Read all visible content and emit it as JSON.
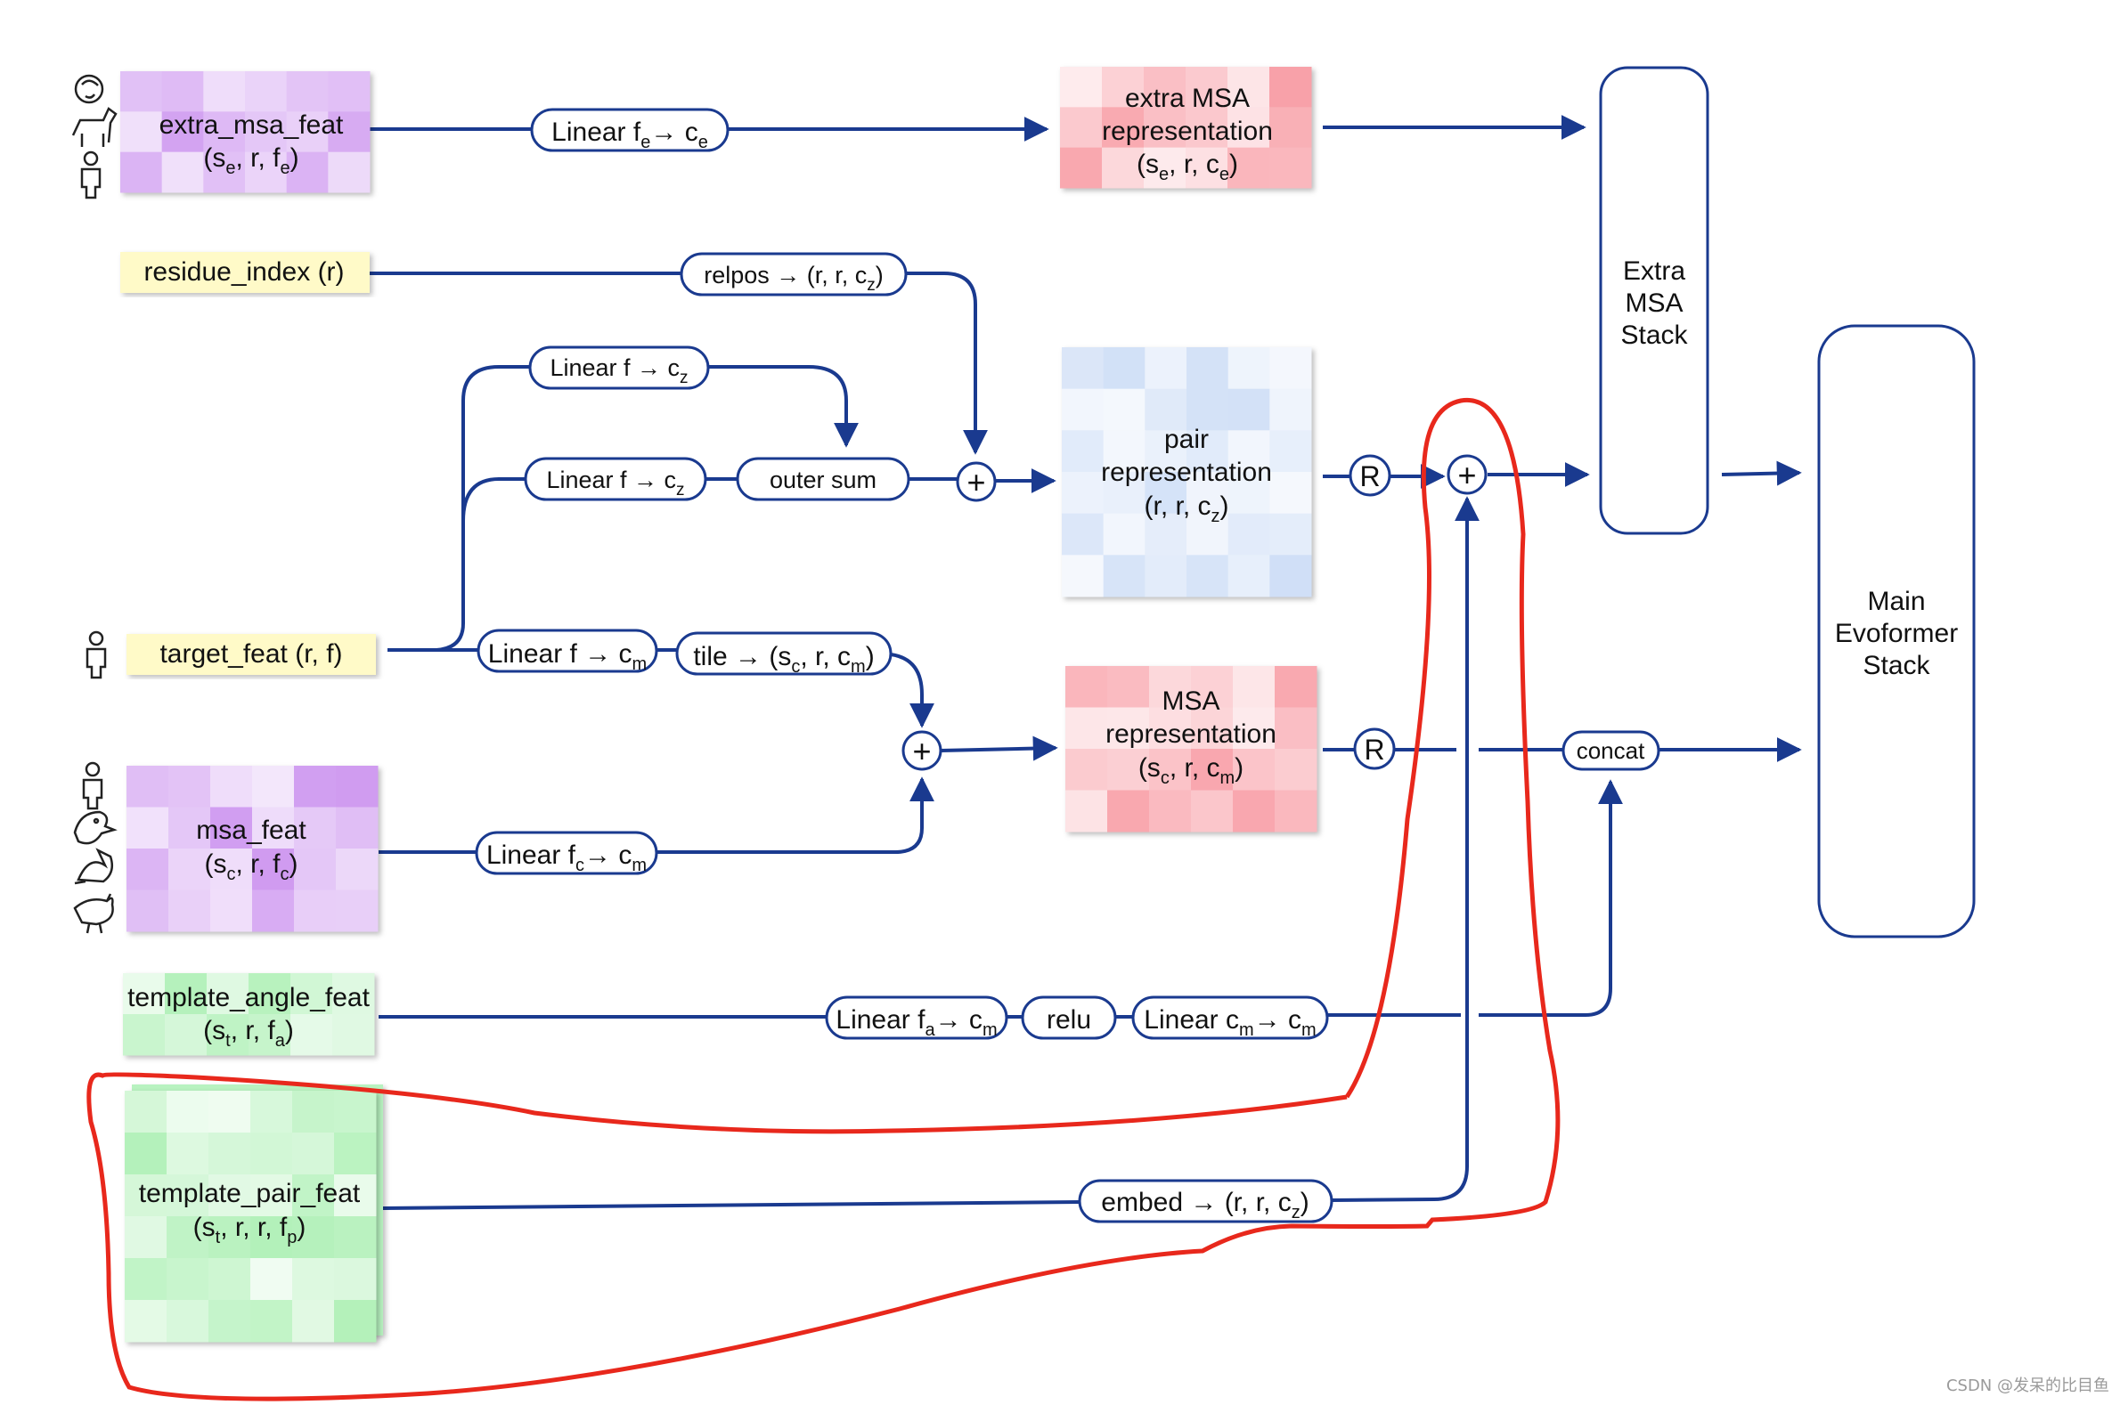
{
  "colors": {
    "line": "#1a3a8f",
    "purple": "#cf9af0",
    "red": "#f8a0a8",
    "blue": "#cdddf6",
    "green": "#a8efb0",
    "yellow": "#fffac8",
    "annotation": "#e8281c"
  },
  "inputs": {
    "extra_msa_feat": {
      "name": "extra_msa_feat",
      "s": "e",
      "f": "e"
    },
    "residue_index": "residue_index (r)",
    "target_feat": "target_feat (r, f)",
    "msa_feat": {
      "name": "msa_feat",
      "s": "c",
      "f": "c"
    },
    "template_angle_feat": {
      "name": "template_angle_feat",
      "s": "t",
      "f": "a"
    },
    "template_pair_feat": {
      "name": "template_pair_feat",
      "s": "t",
      "f": "p"
    }
  },
  "ops": {
    "linear_fe_ce": {
      "pre": "Linear f",
      "sub1": "e",
      "arrow": "→ c",
      "sub2": "e"
    },
    "relpos": {
      "pre": "relpos → (r, r, c",
      "sub": "z",
      "post": ")"
    },
    "linear_f_cz_1": {
      "pre": "Linear f → c",
      "sub": "z"
    },
    "linear_f_cz_2": {
      "pre": "Linear f → c",
      "sub": "z"
    },
    "outer_sum": "outer sum",
    "linear_f_cm": {
      "pre": "Linear f → c",
      "sub": "m"
    },
    "tile": {
      "pre": "tile → (s",
      "sub1": "c",
      "mid": ", r, c",
      "sub2": "m",
      "post": ")"
    },
    "linear_fc_cm": {
      "pre": "Linear f",
      "sub1": "c",
      "arrow": "→ c",
      "sub2": "m"
    },
    "linear_fa_cm": {
      "pre": "Linear f",
      "sub1": "a",
      "arrow": "→ c",
      "sub2": "m"
    },
    "relu": "relu",
    "linear_cm_cm": {
      "pre": "Linear c",
      "sub1": "m",
      "arrow": "→ c",
      "sub2": "m"
    },
    "embed": {
      "pre": "embed → (r, r, c",
      "sub": "z",
      "post": ")"
    },
    "concat": "concat",
    "plus": "+",
    "r": "R"
  },
  "representations": {
    "extra_msa": {
      "line1": "extra MSA",
      "line2": "representation",
      "pre": "(s",
      "sub1": "e",
      "mid": ", r, c",
      "sub2": "e",
      "post": ")"
    },
    "pair": {
      "line1": "pair",
      "line2": "representation",
      "pre": "(r, r, c",
      "sub": "z",
      "post": ")"
    },
    "msa": {
      "line1": "MSA",
      "line2": "representation",
      "pre": "(s",
      "sub1": "c",
      "mid": ", r, c",
      "sub2": "m",
      "post": ")"
    }
  },
  "stacks": {
    "extra_msa_stack": [
      "Extra",
      "MSA",
      "Stack"
    ],
    "main_evoformer_stack": [
      "Main",
      "Evoformer",
      "Stack"
    ]
  },
  "watermark": "CSDN @发呆的比目鱼"
}
